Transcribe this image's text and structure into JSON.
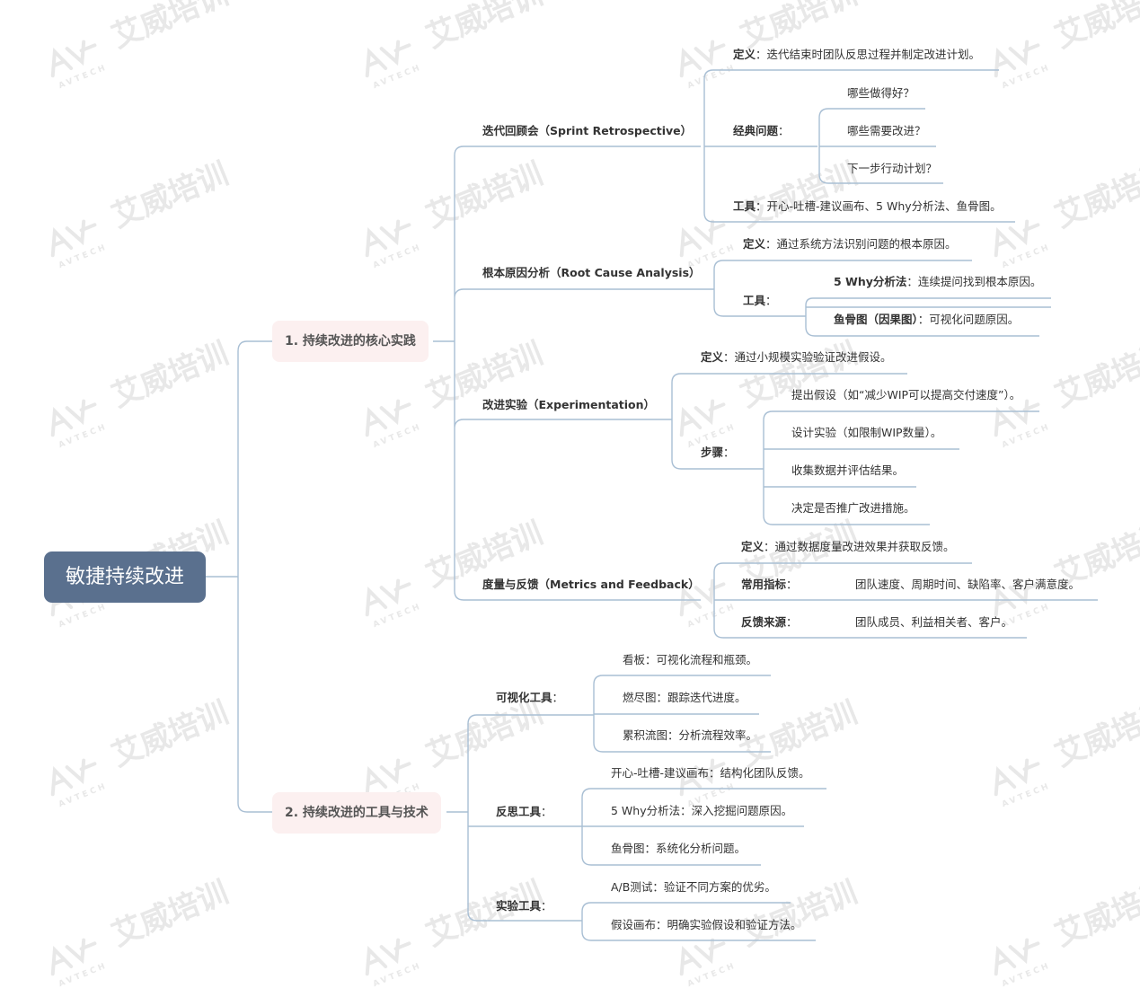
{
  "root": "敏捷持续改进",
  "colors": {
    "root_bg": "#5a708e",
    "line": "#a9bfd4",
    "branch_bg": "#fcf0f0",
    "watermark": "#e6e6e6"
  },
  "watermark": {
    "logo": "AVTECH",
    "text": "艾威培训"
  },
  "b1": {
    "title": "1. 持续改进的核心实践",
    "retro": {
      "title": "迭代回顾会（Sprint Retrospective）",
      "def_k": "定义",
      "def_v": "：迭代结束时团队反思过程并制定改进计划。",
      "q_k": "经典问题",
      "q_colon": "：",
      "q": [
        "哪些做得好？",
        "哪些需要改进？",
        "下一步行动计划？"
      ],
      "tool_k": "工具",
      "tool_v": "：开心-吐槽-建议画布、5 Why分析法、鱼骨图。"
    },
    "rca": {
      "title": "根本原因分析（Root Cause Analysis）",
      "def_k": "定义",
      "def_v": "：通过系统方法识别问题的根本原因。",
      "tool_k": "工具",
      "tool_colon": "：",
      "t1_k": "5 Why分析法",
      "t1_v": "：连续提问找到根本原因。",
      "t2_k": "鱼骨图（因果图）",
      "t2_v": "：可视化问题原因。"
    },
    "exp": {
      "title": "改进实验（Experimentation）",
      "def_k": "定义",
      "def_v": "：通过小规模实验验证改进假设。",
      "steps_k": "步骤",
      "steps_colon": "：",
      "steps": [
        "提出假设（如“减少WIP可以提高交付速度”）。",
        "设计实验（如限制WIP数量）。",
        "收集数据并评估结果。",
        "决定是否推广改进措施。"
      ]
    },
    "metrics": {
      "title": "度量与反馈（Metrics and Feedback）",
      "def_k": "定义",
      "def_v": "：通过数据度量改进效果并获取反馈。",
      "m_k": "常用指标",
      "m_colon": "：",
      "m_v": "团队速度、周期时间、缺陷率、客户满意度。",
      "f_k": "反馈来源",
      "f_colon": "：",
      "f_v": "团队成员、利益相关者、客户。"
    }
  },
  "b2": {
    "title": "2. 持续改进的工具与技术",
    "vis": {
      "k": "可视化工具",
      "colon": "：",
      "items": [
        "看板：可视化流程和瓶颈。",
        "燃尽图：跟踪迭代进度。",
        "累积流图：分析流程效率。"
      ]
    },
    "refl": {
      "k": "反思工具",
      "colon": "：",
      "items": [
        "开心-吐槽-建议画布：结构化团队反馈。",
        "5 Why分析法：深入挖掘问题原因。",
        "鱼骨图：系统化分析问题。"
      ]
    },
    "expt": {
      "k": "实验工具",
      "colon": "：",
      "items": [
        "A/B测试：验证不同方案的优劣。",
        "假设画布：明确实验假设和验证方法。"
      ]
    }
  }
}
